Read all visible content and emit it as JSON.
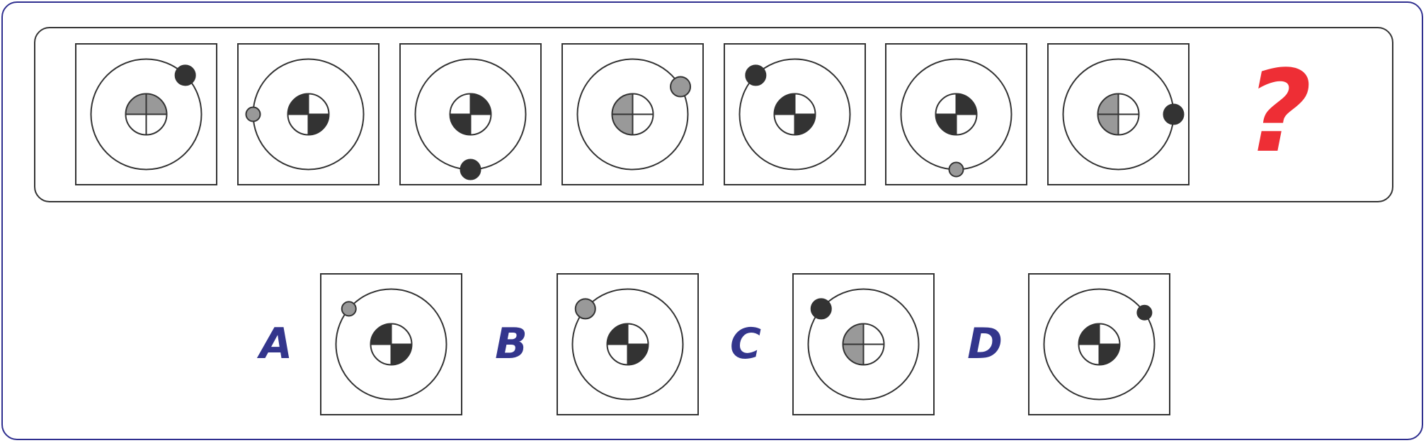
{
  "colors": {
    "dark": "#333333",
    "gray": "#999999",
    "white": "#ffffff",
    "accent": "#ee2e35",
    "label": "#33358c"
  },
  "question_mark": "?",
  "sequence": [
    {
      "quadrants": [
        "gray",
        "gray",
        "white",
        "white"
      ],
      "dot": {
        "angle": 45,
        "size": "large",
        "color": "dark"
      }
    },
    {
      "quadrants": [
        "white",
        "dark",
        "white",
        "dark"
      ],
      "dot": {
        "angle": 180,
        "size": "small",
        "color": "gray"
      }
    },
    {
      "quadrants": [
        "dark",
        "white",
        "dark",
        "white"
      ],
      "dot": {
        "angle": 270,
        "size": "large",
        "color": "dark"
      }
    },
    {
      "quadrants": [
        "white",
        "gray",
        "gray",
        "white"
      ],
      "dot": {
        "angle": 30,
        "size": "large",
        "color": "gray"
      }
    },
    {
      "quadrants": [
        "white",
        "dark",
        "white",
        "dark"
      ],
      "dot": {
        "angle": 135,
        "size": "large",
        "color": "dark"
      }
    },
    {
      "quadrants": [
        "dark",
        "white",
        "dark",
        "white"
      ],
      "dot": {
        "angle": 270,
        "size": "small",
        "color": "gray"
      }
    },
    {
      "quadrants": [
        "white",
        "gray",
        "gray",
        "white"
      ],
      "dot": {
        "angle": 0,
        "size": "large",
        "color": "dark"
      }
    }
  ],
  "options": [
    {
      "label": "A",
      "quadrants": [
        "white",
        "dark",
        "white",
        "dark"
      ],
      "dot": {
        "angle": 140,
        "size": "small",
        "color": "gray"
      }
    },
    {
      "label": "B",
      "quadrants": [
        "white",
        "dark",
        "white",
        "dark"
      ],
      "dot": {
        "angle": 140,
        "size": "large",
        "color": "gray"
      }
    },
    {
      "label": "C",
      "quadrants": [
        "white",
        "gray",
        "gray",
        "white"
      ],
      "dot": {
        "angle": 140,
        "size": "large",
        "color": "dark"
      }
    },
    {
      "label": "D",
      "quadrants": [
        "white",
        "dark",
        "white",
        "dark"
      ],
      "dot": {
        "angle": 35,
        "size": "small",
        "color": "dark"
      }
    }
  ]
}
